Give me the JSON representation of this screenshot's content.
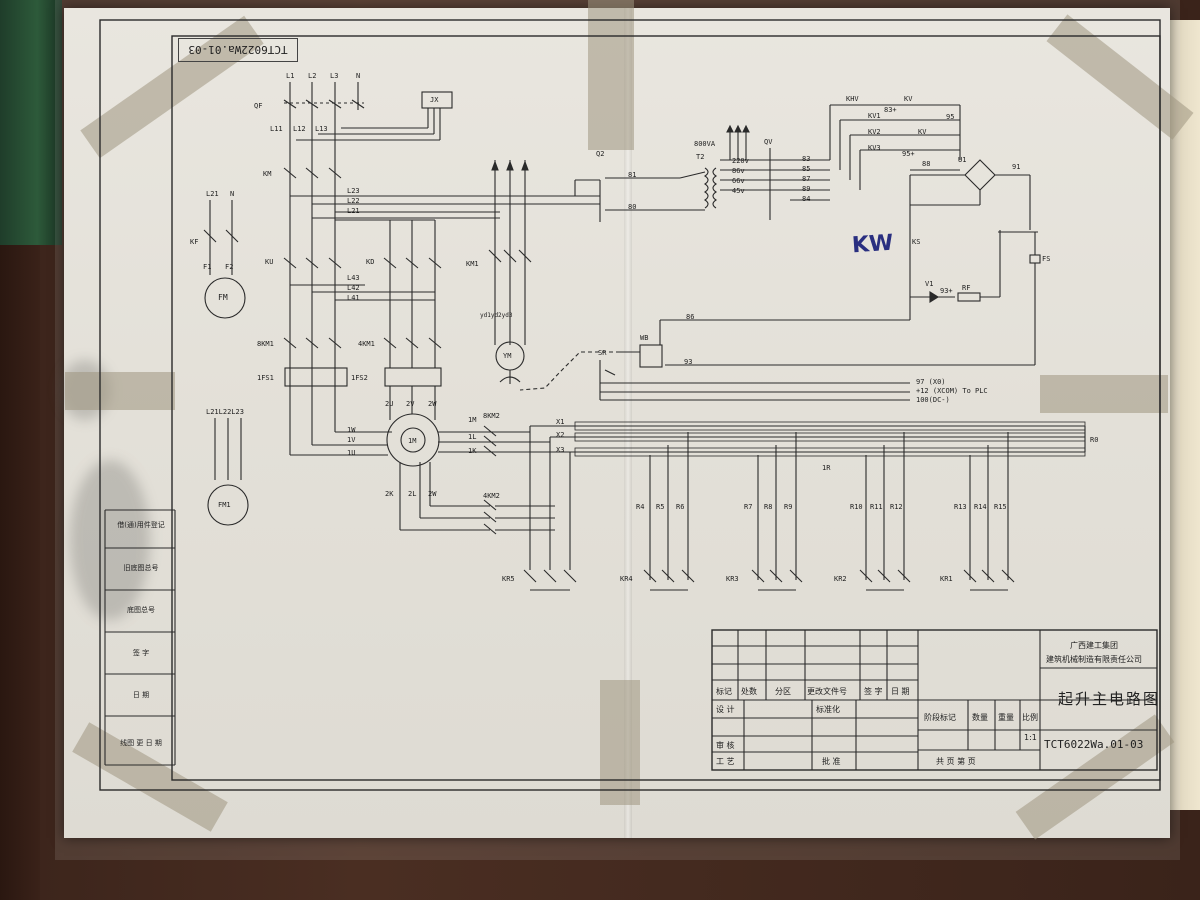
{
  "drawing": {
    "code_top": "TCT6022Wa.01-03",
    "handwritten": "KW",
    "supply": {
      "l1": "L1",
      "l2": "L2",
      "l3": "L3",
      "n": "N"
    },
    "labels": {
      "qf": "QF",
      "jx": "JX",
      "l11": "L11",
      "l12": "L12",
      "l13": "L13",
      "km": "KM",
      "l21": "L21",
      "n2": "N",
      "kf": "KF",
      "f1": "F1",
      "f2": "F2",
      "fm": "FM",
      "l23": "L23",
      "l22": "L22",
      "l21b": "L21",
      "ku": "KU",
      "kd": "KD",
      "l43": "L43",
      "l42": "L42",
      "l41": "L41",
      "km1": "KM1",
      "yd": "yd1yd2yd3",
      "ym": "YM",
      "8km1": "8KM1",
      "4km1": "4KM1",
      "1fs1": "1FS1",
      "1fs2": "1FS2",
      "2u": "2U",
      "2v": "2V",
      "2w": "2W",
      "1w": "1W",
      "1v": "1V",
      "1u": "1U",
      "motor": "1M",
      "2k": "2K",
      "2l": "2L",
      "2w2": "2W",
      "1m": "1M",
      "1l": "1L",
      "1k": "1K",
      "8km2": "8KM2",
      "4km2": "4KM2",
      "l2123": "L21L22L23",
      "fm1": "FM1",
      "q2": "Q2",
      "r1": "81",
      "r0": "80",
      "t2": "T2",
      "va": "800VA",
      "v220": "220v",
      "v86": "86v",
      "v66": "66v",
      "v45": "45v",
      "qv": "QV",
      "n83": "83",
      "n85": "85",
      "n87": "87",
      "n89": "89",
      "n84": "84",
      "khv": "KHV",
      "kv": "KV",
      "kv1": "KV1",
      "kv2": "KV2",
      "kv3": "KV3",
      "kv4": "KV",
      "n83p": "83+",
      "n95": "95",
      "n95p": "95+",
      "n88": "88",
      "u1": "U1",
      "n91": "91",
      "ks": "KS",
      "kw": "KW",
      "fs": "FS",
      "v1": "V1",
      "n93p": "93+",
      "rf": "RF",
      "n86": "86",
      "n93": "93",
      "wb": "WB",
      "sr": "SR",
      "x1": "X1",
      "x2": "X2",
      "x3": "X3",
      "r0b": "R0",
      "one_r": "1R",
      "r4": "R4",
      "r5": "R5",
      "r6": "R6",
      "r7": "R7",
      "r8": "R8",
      "r9": "R9",
      "r10": "R10",
      "r11": "R11",
      "r12": "R12",
      "r13": "R13",
      "r14": "R14",
      "r15": "R15",
      "kr5": "KR5",
      "kr4": "KR4",
      "kr3": "KR3",
      "kr2": "KR2",
      "kr1": "KR1"
    },
    "plc": {
      "line1": "97 (X0)",
      "line2": "+12 (XCOM) To PLC",
      "line3": "100(DC-)"
    }
  },
  "side_column": {
    "rows": [
      "借(通)用件登记",
      "旧底图总号",
      "底图总号",
      "签 字",
      "日 期",
      "线图 更 日 期"
    ]
  },
  "title_block": {
    "company1": "广西建工集团",
    "company2": "建筑机械制造有限责任公司",
    "drawing_name": "起升主电路图",
    "code": "TCT6022Wa.01-03",
    "rev_headers": [
      "标记",
      "处数",
      "分区",
      "更改文件号",
      "签 字",
      "日 期"
    ],
    "roles": {
      "design": "设 计",
      "standard": "标准化",
      "check": "审 核",
      "process": "工 艺",
      "approve": "批 准"
    },
    "stage": "阶段标记",
    "qty": "数量",
    "weight": "重量",
    "scale": "比例",
    "scale_val": "1:1",
    "sheets": "共    页    第    页"
  }
}
